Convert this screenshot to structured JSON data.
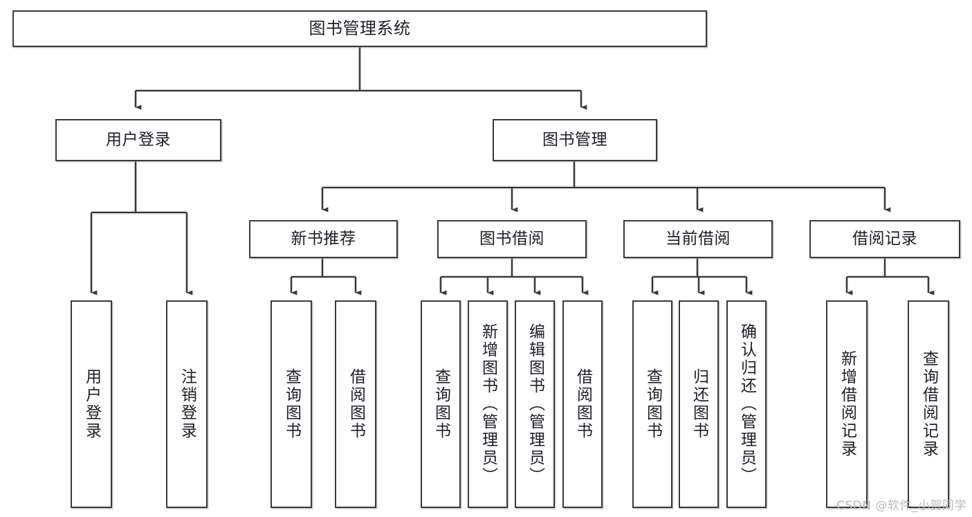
{
  "diagram": {
    "type": "tree-hierarchy",
    "title": "图书管理系统",
    "watermark": "CSDN @软件_小贺同学",
    "colors": {
      "box_border": "#3a3a3c",
      "box_fill": "#ffffff",
      "connector": "#3a3a3c",
      "text": "#1e1e28",
      "watermark": "#b9b9b9"
    },
    "levels": {
      "root": {
        "label": "图书管理系统"
      },
      "level1": [
        {
          "id": "user-login",
          "label": "用户登录"
        },
        {
          "id": "book-manage",
          "label": "图书管理"
        }
      ],
      "level2": [
        {
          "id": "new-book-recommend",
          "label": "新书推荐",
          "parent": "book-manage"
        },
        {
          "id": "book-borrow",
          "label": "图书借阅",
          "parent": "book-manage"
        },
        {
          "id": "current-borrow",
          "label": "当前借阅",
          "parent": "book-manage"
        },
        {
          "id": "borrow-record",
          "label": "借阅记录",
          "parent": "book-manage"
        }
      ],
      "leaves": [
        {
          "id": "leaf-user-login",
          "label": "用户登录",
          "parent": "user-login"
        },
        {
          "id": "leaf-user-logout",
          "label": "注销登录",
          "parent": "user-login"
        },
        {
          "id": "leaf-query-book-1",
          "label": "查询图书",
          "parent": "new-book-recommend"
        },
        {
          "id": "leaf-borrow-book-1",
          "label": "借阅图书",
          "parent": "new-book-recommend"
        },
        {
          "id": "leaf-query-book-2",
          "label": "查询图书",
          "parent": "book-borrow"
        },
        {
          "id": "leaf-add-book",
          "label": "新增图书（管理员）",
          "parent": "book-borrow"
        },
        {
          "id": "leaf-edit-book",
          "label": "编辑图书（管理员）",
          "parent": "book-borrow"
        },
        {
          "id": "leaf-borrow-book-2",
          "label": "借阅图书",
          "parent": "book-borrow"
        },
        {
          "id": "leaf-query-book-3",
          "label": "查询图书",
          "parent": "current-borrow"
        },
        {
          "id": "leaf-return-book",
          "label": "归还图书",
          "parent": "current-borrow"
        },
        {
          "id": "leaf-confirm-return",
          "label": "确认归还（管理员）",
          "parent": "current-borrow"
        },
        {
          "id": "leaf-add-record",
          "label": "新增借阅记录",
          "parent": "borrow-record"
        },
        {
          "id": "leaf-query-record",
          "label": "查询借阅记录",
          "parent": "borrow-record"
        }
      ]
    }
  }
}
